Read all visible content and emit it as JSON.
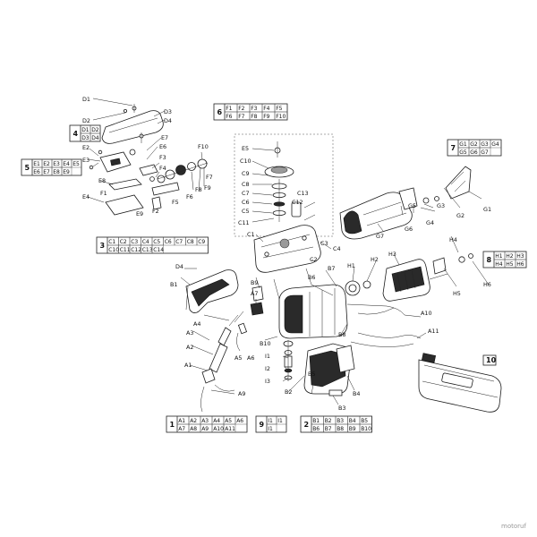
{
  "labels": {
    "D1": "D1",
    "D2": "D2",
    "D3": "D3",
    "D4": "D4",
    "E1": "E1",
    "E2": "E2",
    "E3": "E3",
    "E4": "E4",
    "E5": "E5",
    "E6": "E6",
    "E7": "E7",
    "E8": "E8",
    "E9": "E9",
    "F1": "F1",
    "F2": "F2",
    "F3": "F3",
    "F4": "F4",
    "F5": "F5",
    "F6": "F6",
    "F7": "F7",
    "F8": "F8",
    "F9": "F9",
    "F10": "F10",
    "C1": "C1",
    "C2": "C2",
    "C3": "C3",
    "C4": "C4",
    "C5": "C5",
    "C6": "C6",
    "C7": "C7",
    "C8": "C8",
    "C9": "C9",
    "C10": "C10",
    "C11": "C11",
    "C12": "C12",
    "C13": "C13",
    "G1": "G1",
    "G2": "G2",
    "G3": "G3",
    "G4": "G4",
    "G5": "G5",
    "G6": "G6",
    "G7": "G7",
    "H1": "H1",
    "H2": "H2",
    "H3": "H3",
    "H4": "H4",
    "H5": "H5",
    "H6": "H6",
    "B1": "B1",
    "B2": "B2",
    "B3": "B3",
    "B4": "B4",
    "B5": "B5",
    "B6": "B6",
    "B7": "B7",
    "B8": "B8",
    "B9": "B9",
    "B10": "B10",
    "A1": "A1",
    "A2": "A2",
    "A3": "A3",
    "A4": "A4",
    "A5": "A5",
    "A6": "A6",
    "A7": "A7",
    "A8": "A8",
    "A9": "A9",
    "A10": "A10",
    "A11": "A11",
    "I1": "I1",
    "I2": "I2",
    "I3": "I3",
    "n10": "10"
  },
  "groups": {
    "g1": {
      "number": "1",
      "row1": [
        "A1",
        "A2",
        "A3",
        "A4",
        "A5",
        "A6"
      ],
      "row2": [
        "A7",
        "A8",
        "A9",
        "A10",
        "A11"
      ]
    },
    "g2": {
      "number": "2",
      "row1": [
        "B1",
        "B2",
        "B3",
        "B4",
        "B5"
      ],
      "row2": [
        "B6",
        "B7",
        "B8",
        "B9",
        "B10"
      ]
    },
    "g3": {
      "number": "3",
      "row1": [
        "C1",
        "C2",
        "C3",
        "C4",
        "C5",
        "C6",
        "C7",
        "C8",
        "C9"
      ],
      "row2": [
        "C10",
        "C11",
        "C12",
        "C13",
        "C14"
      ]
    },
    "g4": {
      "number": "4",
      "row1": [
        "D1",
        "D2"
      ],
      "row2": [
        "D3",
        "D4"
      ]
    },
    "g5": {
      "number": "5",
      "row1": [
        "E1",
        "E2",
        "E3",
        "E4",
        "E5"
      ],
      "row2": [
        "E6",
        "E7",
        "E8",
        "E9"
      ]
    },
    "g6": {
      "number": "6",
      "row1": [
        "F1",
        "F2",
        "F3",
        "F4",
        "F5"
      ],
      "row2": [
        "F6",
        "F7",
        "F8",
        "F9",
        "F10"
      ]
    },
    "g7": {
      "number": "7",
      "row1": [
        "G1",
        "G2",
        "G3",
        "G4"
      ],
      "row2": [
        "G5",
        "G6",
        "G7"
      ]
    },
    "g8": {
      "number": "8",
      "row1": [
        "H1",
        "H2",
        "H3"
      ],
      "row2": [
        "H4",
        "H5",
        "H6"
      ]
    },
    "g9": {
      "number": "9",
      "row1": [
        "I1",
        "I1"
      ],
      "row2": [
        "I1"
      ]
    }
  },
  "watermark": "motoruf"
}
